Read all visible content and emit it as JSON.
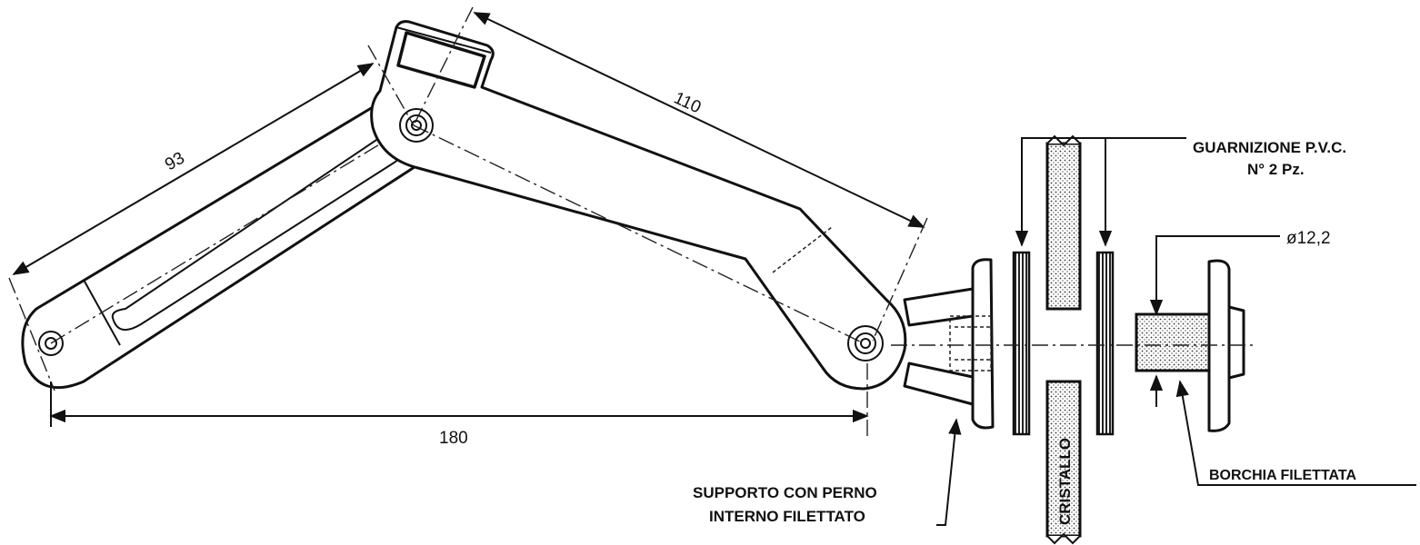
{
  "dimensions": {
    "arm_length": "93",
    "upper_length": "110",
    "total_length": "180"
  },
  "labels": {
    "gasket_line1": "GUARNIZIONE P.V.C.",
    "gasket_line2": "N° 2 Pz.",
    "diameter": "ø12,2",
    "support_line1": "SUPPORTO CON PERNO",
    "support_line2": "INTERNO FILETTATO",
    "glass": "CRISTALLO",
    "threaded_cap": "BORCHIA FILETTATA"
  }
}
